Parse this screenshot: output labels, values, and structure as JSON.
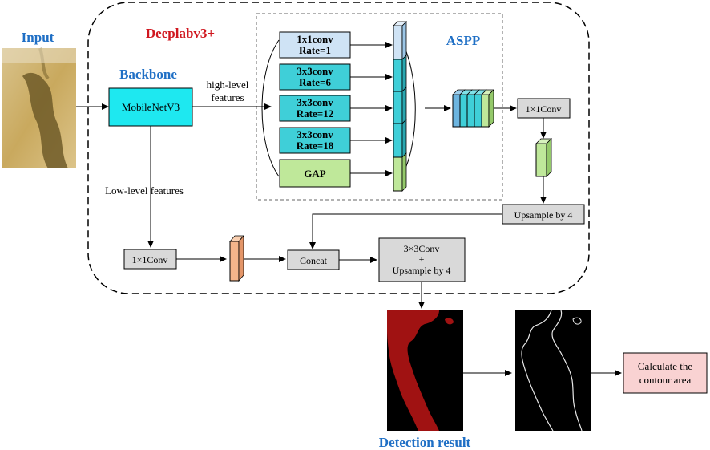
{
  "input": {
    "label": "Input"
  },
  "deeplab": {
    "title": "Deeplabv3+"
  },
  "backbone": {
    "title": "Backbone",
    "model": "MobileNetV3"
  },
  "aspp": {
    "title": "ASPP",
    "branches": [
      {
        "line1": "1x1conv",
        "line2": "Rate=1"
      },
      {
        "line1": "3x3conv",
        "line2": "Rate=6"
      },
      {
        "line1": "3x3conv",
        "line2": "Rate=12"
      },
      {
        "line1": "3x3conv",
        "line2": "Rate=18"
      },
      {
        "line1": "GAP",
        "line2": ""
      }
    ]
  },
  "labels": {
    "high_level_1": "high-level",
    "high_level_2": "features",
    "low_level": "Low-level features"
  },
  "ops": {
    "conv1x1_top": "1×1Conv",
    "upsample4": "Upsample by 4",
    "conv1x1_low": "1×1Conv",
    "concat": "Concat",
    "final_1": "3×3Conv",
    "final_plus": "+",
    "final_2": "Upsample by 4"
  },
  "detection": {
    "label": "Detection result"
  },
  "output": {
    "line1": "Calculate the",
    "line2": "contour area"
  },
  "colors": {
    "title_blue": "#1f6fc5",
    "title_red": "#d0171f",
    "backbone_fill": "#1ee8f0",
    "branch_light": "#cfe3f5",
    "branch_teal": "#3fcfd8",
    "branch_green": "#bfe89a",
    "grey_box": "#d9d9d9",
    "orange_feature": "#f5b58a",
    "output_pink": "#f9d2d2",
    "mask_red": "#a01212"
  }
}
